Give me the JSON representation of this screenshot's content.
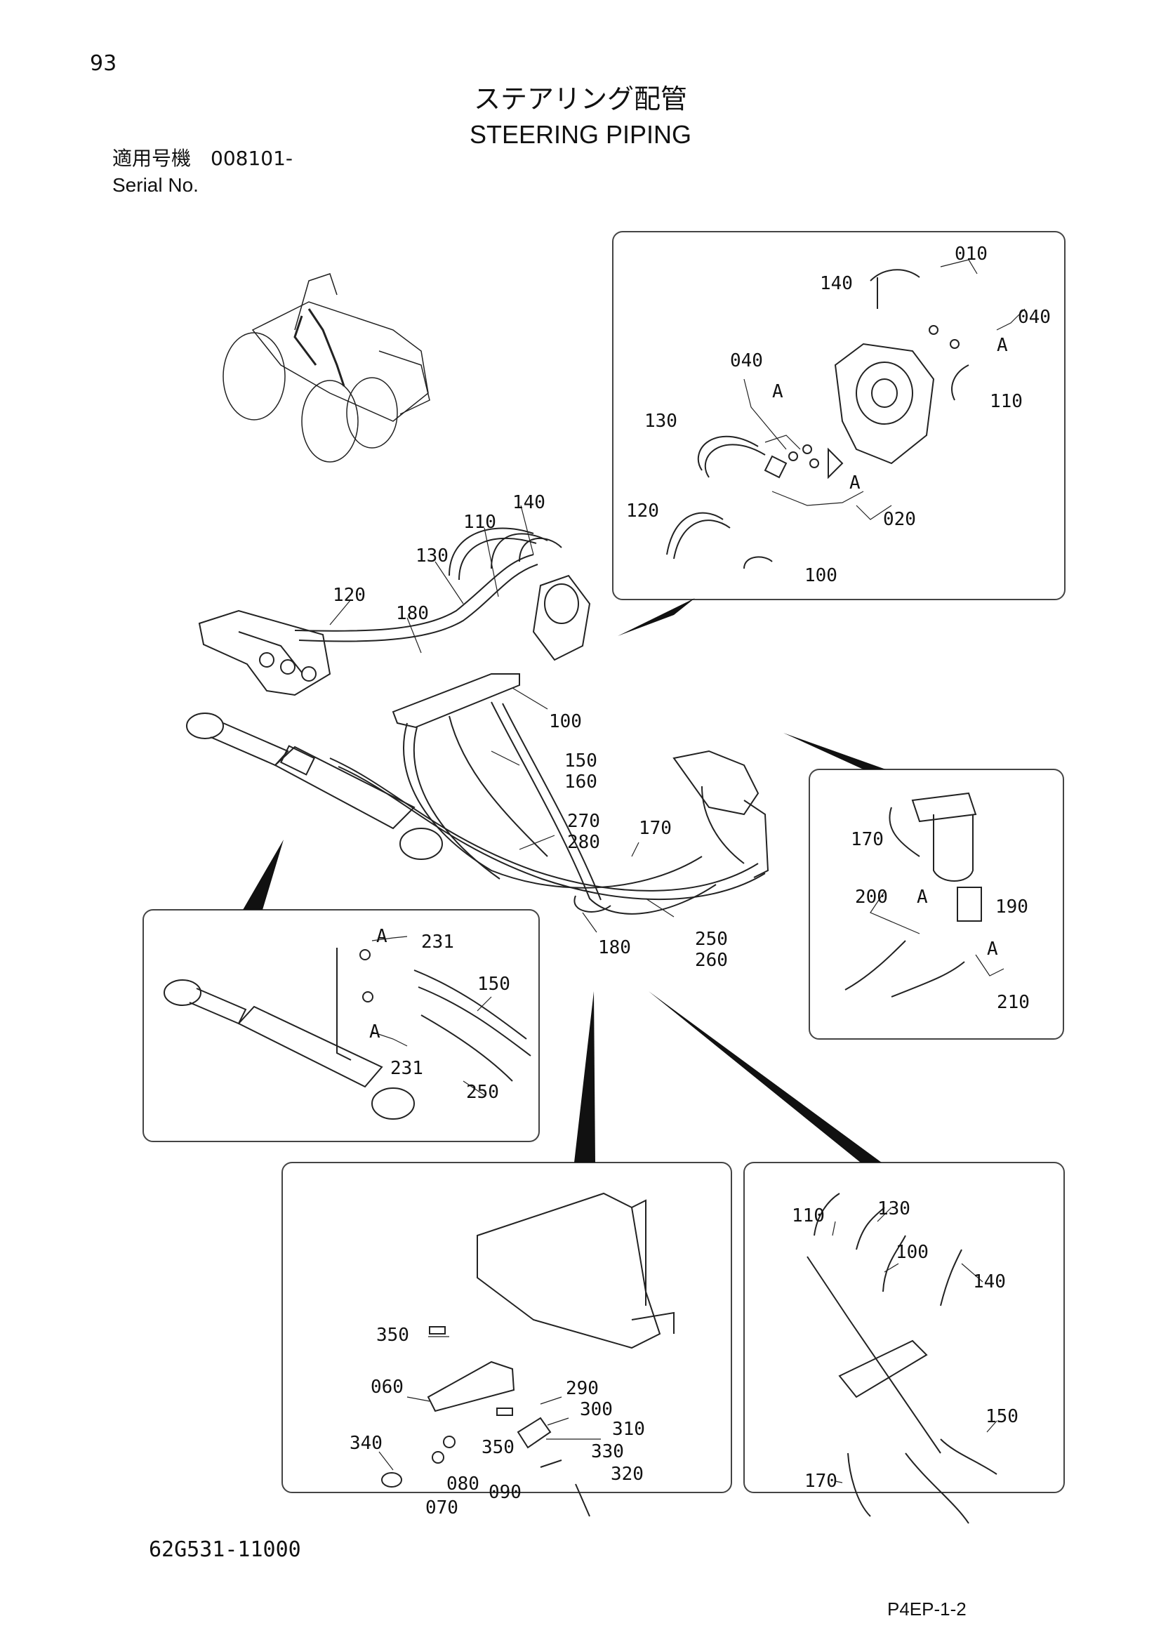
{
  "page": {
    "number": "93",
    "title_jp": "ステアリング配管",
    "title_en": "STEERING PIPING",
    "serial_jp": "適用号機　008101-",
    "serial_en": "Serial No.",
    "doc_code": "62G531-11000",
    "page_code": "P4EP-1-2"
  },
  "callouts": {
    "main": [
      "110",
      "140",
      "130",
      "120",
      "180",
      "100",
      "150",
      "160",
      "270",
      "280",
      "170",
      "180",
      "250",
      "260"
    ],
    "pump_detail": [
      "010",
      "140",
      "040",
      "A",
      "040",
      "A",
      "110",
      "130",
      "120",
      "A",
      "020",
      "100"
    ],
    "valve_detail": [
      "170",
      "200",
      "A",
      "190",
      "A",
      "210"
    ],
    "cylinder_detail": [
      "A",
      "231",
      "150",
      "A",
      "231",
      "250"
    ],
    "bracket_detail": [
      "350",
      "060",
      "290",
      "300",
      "310",
      "340",
      "350",
      "330",
      "080",
      "090",
      "320",
      "070"
    ],
    "hose_detail": [
      "110",
      "130",
      "100",
      "140",
      "150",
      "170"
    ]
  },
  "colors": {
    "line": "#222222",
    "frame": "#444444"
  }
}
